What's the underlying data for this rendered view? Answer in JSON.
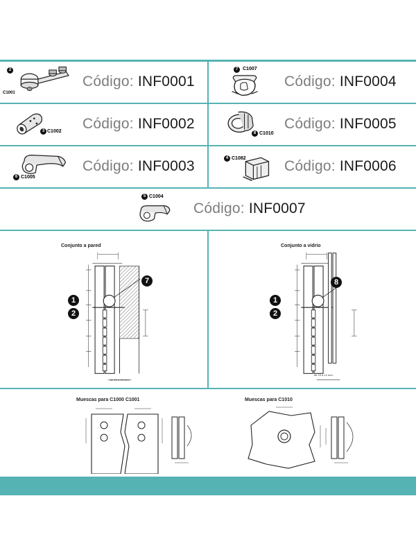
{
  "code_label": "Código: ",
  "products": [
    {
      "num": "2",
      "part": "C1001",
      "code": "INF0001"
    },
    {
      "num": "7",
      "part": "C1007",
      "code": "INF0004"
    },
    {
      "num": "3",
      "part": "C1002",
      "code": "INF0002"
    },
    {
      "num": "8",
      "part": "C1010",
      "code": "INF0005"
    },
    {
      "num": "6",
      "part": "C1005",
      "code": "INF0003"
    },
    {
      "num": "4",
      "part": "C1082",
      "code": "INF0006"
    },
    {
      "num": "5",
      "part": "C1004",
      "code": "INF0007"
    }
  ],
  "diagrams": {
    "wall": {
      "title": "Conjunto a pared",
      "callouts": [
        "7",
        "1",
        "2"
      ],
      "note": "de 10 a 12 mm."
    },
    "glass": {
      "title": "Conjunto a vidrio",
      "callouts": [
        "8",
        "1",
        "2"
      ],
      "note": "de 10 a 12 mm."
    },
    "notch1": {
      "title": "Muescas para C1000 C1001"
    },
    "notch2": {
      "title": "Muescas para C1010"
    }
  },
  "colors": {
    "teal": "#56b3b4",
    "label_gray": "#7d7d7d"
  }
}
